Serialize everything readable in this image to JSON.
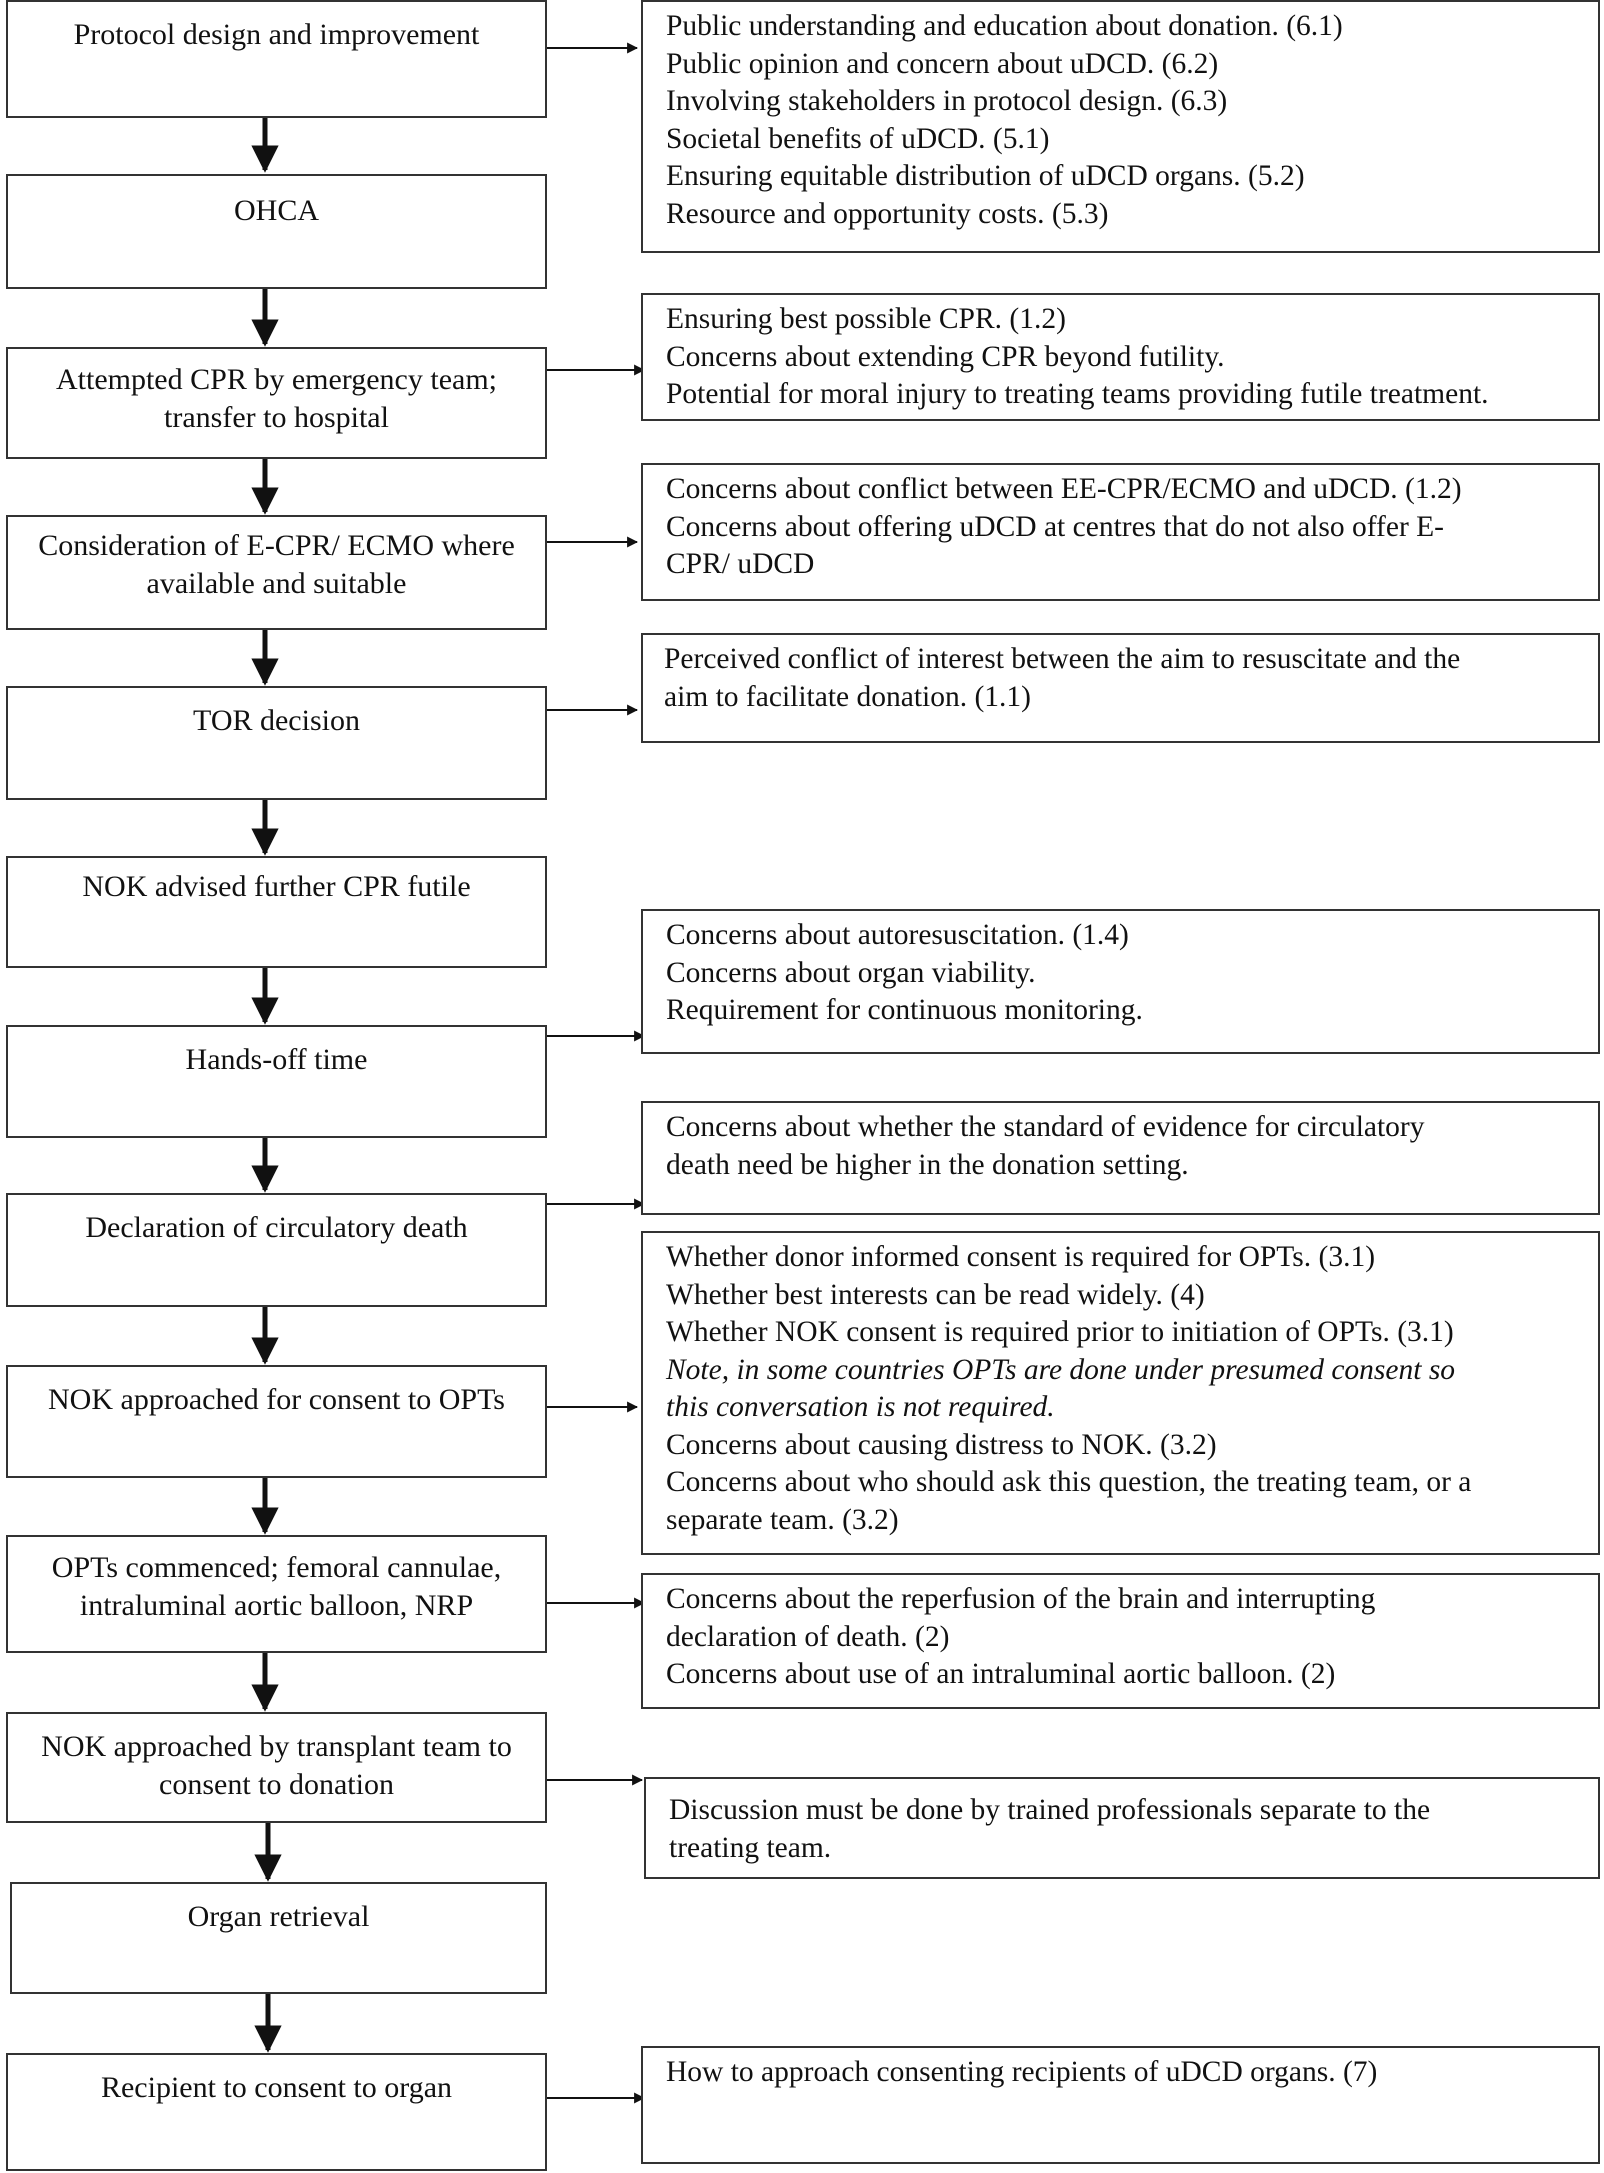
{
  "steps": [
    {
      "label": "Protocol design and improvement"
    },
    {
      "label": "OHCA"
    },
    {
      "label": "Attempted CPR by emergency team; transfer to hospital"
    },
    {
      "label": "Consideration of E-CPR/ ECMO where available and suitable"
    },
    {
      "label": "TOR decision"
    },
    {
      "label": "NOK advised further CPR futile"
    },
    {
      "label": "Hands-off time"
    },
    {
      "label": "Declaration of circulatory death"
    },
    {
      "label": "NOK approached for consent to OPTs"
    },
    {
      "label": "OPTs commenced; femoral cannulae, intraluminal aortic balloon, NRP"
    },
    {
      "label": "NOK approached by transplant team to consent to donation"
    },
    {
      "label": "Organ retrieval"
    },
    {
      "label": "Recipient to consent to organ"
    }
  ],
  "notes": [
    {
      "lines": [
        "Public understanding and education about donation. (6.1)",
        "Public opinion and concern about uDCD. (6.2)",
        "Involving stakeholders in protocol design. (6.3)",
        "Societal benefits of uDCD. (5.1)",
        "Ensuring equitable distribution of uDCD organs. (5.2)",
        "Resource and opportunity costs. (5.3)"
      ]
    },
    {
      "lines": [
        "Ensuring best possible CPR. (1.2)",
        "Concerns about extending CPR beyond futility.",
        "Potential for moral injury to treating teams providing futile treatment."
      ]
    },
    {
      "lines": [
        "Concerns about conflict between EE-CPR/ECMO and uDCD. (1.2)",
        "Concerns about offering uDCD at centres that do not also offer E-",
        "CPR/ uDCD"
      ]
    },
    {
      "lines": [
        "Perceived conflict of interest between the aim to resuscitate and the",
        "aim to facilitate donation. (1.1)"
      ]
    },
    {
      "lines": [
        "Concerns about autoresuscitation. (1.4)",
        "Concerns about organ viability.",
        "Requirement for continuous monitoring."
      ]
    },
    {
      "lines": [
        "Concerns about whether the standard of evidence for circulatory",
        "death need be higher in the donation setting."
      ]
    },
    {
      "lines": [
        "Whether donor informed consent is required for OPTs. (3.1)",
        "Whether best interests can be read widely. (4)",
        "Whether NOK consent is required prior to initiation of OPTs. (3.1)",
        "Note, in some countries OPTs are done under presumed consent so",
        "this conversation is not required.",
        "Concerns about causing distress to NOK. (3.2)",
        "Concerns about who should ask this question, the treating team, or a",
        "separate team. (3.2)"
      ]
    },
    {
      "lines": [
        "Concerns about the reperfusion of the brain and interrupting",
        "declaration of death. (2)",
        "Concerns about use of an intraluminal aortic balloon. (2)"
      ]
    },
    {
      "lines": [
        "Discussion must be done by trained professionals separate to the",
        "treating team."
      ]
    },
    {
      "lines": [
        "How to approach consenting recipients of uDCD organs. (7)"
      ]
    }
  ]
}
